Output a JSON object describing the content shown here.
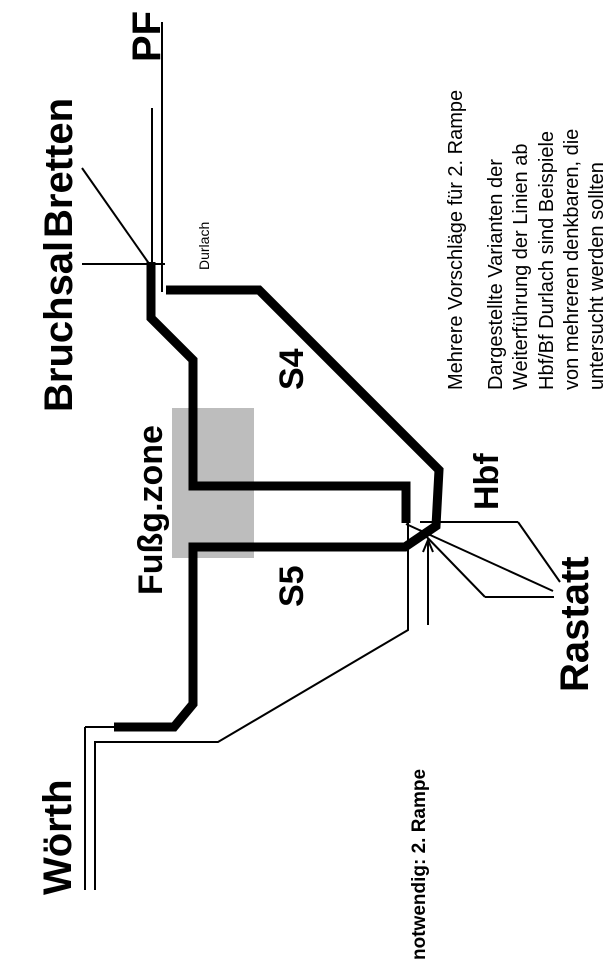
{
  "labels": {
    "pf": "PF",
    "bretten": "Bretten",
    "bruchsal": "Bruchsal",
    "durlach": "Durlach",
    "fussgzone": "Fußg.zone",
    "s4": "S4",
    "s5": "S5",
    "hbf": "Hbf",
    "rastatt": "Rastatt",
    "woerth": "Wörth",
    "rampe": "notwendig: 2. Rampe"
  },
  "notes": {
    "line1": "Mehrere Vorschläge für 2. Rampe",
    "line2": "Dargestellte Varianten der",
    "line3": "Weiterführung der Linien ab",
    "line4": "Hbf/Bf Durlach sind Beispiele",
    "line5": "von mehreren denkbaren, die",
    "line6": "untersucht werden sollten"
  },
  "colors": {
    "line": "#000000",
    "zone_fill": "#bdbdbd"
  }
}
